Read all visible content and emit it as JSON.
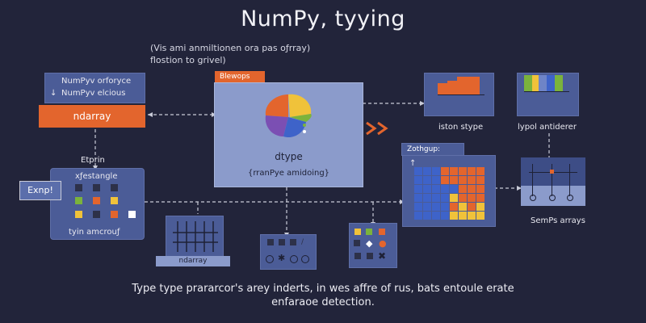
{
  "title": "NumPy, tyying",
  "intro": [
    "(Vis ami anmiltionen ora pas oƒrray)",
    "flostion to grivel)"
  ],
  "left_box": {
    "line1": "NumPyv orforyce",
    "line2": "NumPyv elcious"
  },
  "ndarray_button": "ndarray",
  "etprin_label": "Etprin",
  "left_panel": {
    "title": "xƒestangle",
    "tag": "Exnp!",
    "footer": "tyin amcrouƒ"
  },
  "center_panel": {
    "tab": "Blewops",
    "label": "dtype",
    "subtitle": "{rranPye amidoing}"
  },
  "top_right": {
    "label1": "iston stype",
    "label2": "lypol antiderer"
  },
  "right_panel": {
    "tab": "Zothgup:"
  },
  "sample_label": "SemPs arrays",
  "ndarray_bottom": "ndarray",
  "caption": [
    "Type type prararcor's arey inderts, in wes affre of rus, bats entoule erate",
    "enfaraoe detection."
  ],
  "colors": {
    "background": "#22243a",
    "panel": "#4b5c97",
    "accent": "#e3652d",
    "green": "#7bb33c",
    "yellow": "#f0c23a"
  },
  "icons": [
    "arrow-down-icon",
    "dtype-logo-icon",
    "double-chevron-right-icon",
    "arrow-up-icon",
    "x-icon",
    "bug-icon",
    "diamond-icon",
    "drop-icon"
  ]
}
